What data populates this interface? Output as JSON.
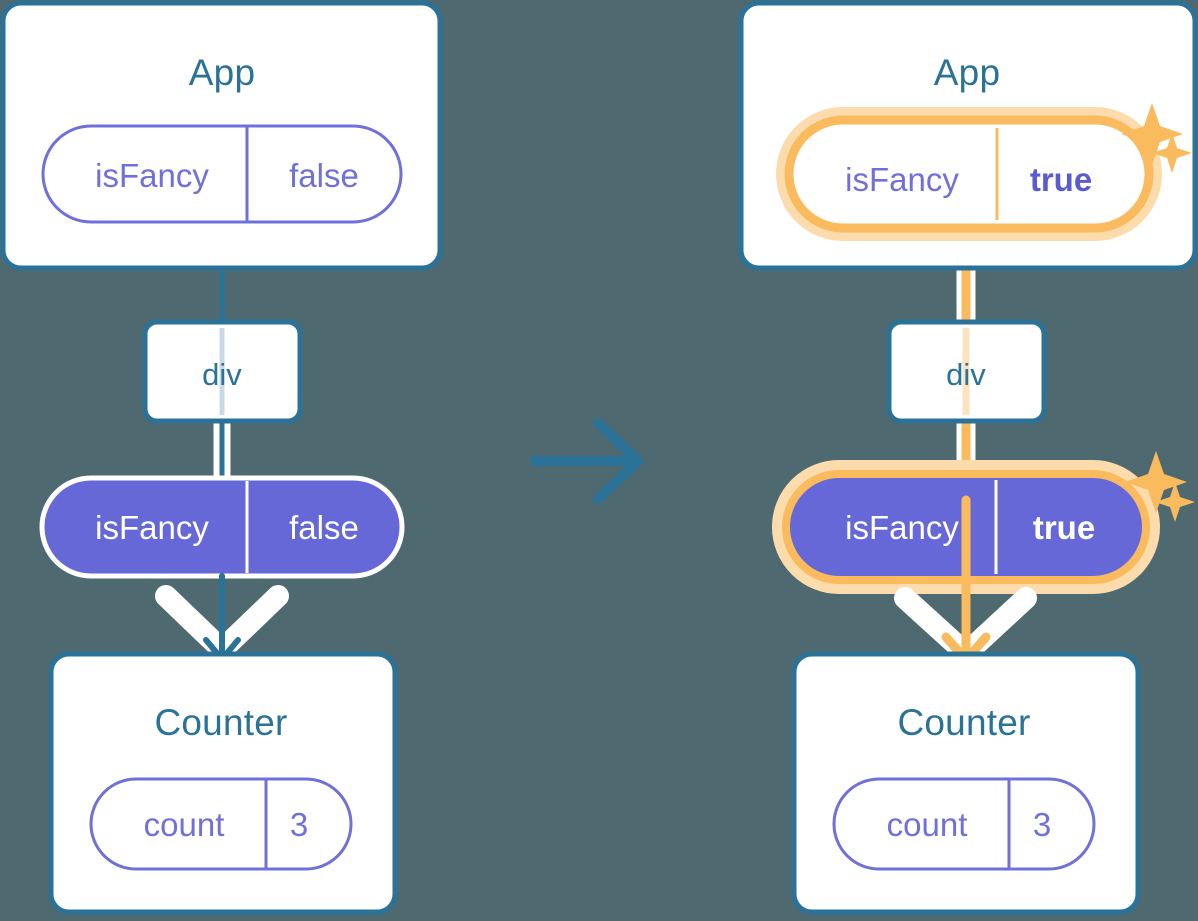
{
  "diagram": {
    "title": "react-state-propagation-diagram",
    "transition_arrow": "arrow-right",
    "colors": {
      "background": "#4e6a70",
      "panel_border": "#2b7299",
      "panel_fill": "#ffffff",
      "blue_text": "#2b7299",
      "purple": "#6f70da",
      "purple_fill": "#6668d8",
      "highlight": "#f9bb5d",
      "highlight_glow": "#fcdcac",
      "white": "#ffffff",
      "light_line": "#c4d4e4"
    },
    "panels": [
      {
        "id": "before",
        "app_title": "App",
        "app_state_key": "isFancy",
        "app_state_value": "false",
        "app_state_highlighted": false,
        "dom_node": "div",
        "prop_key": "isFancy",
        "prop_value": "false",
        "prop_highlighted": false,
        "counter_title": "Counter",
        "counter_state_key": "count",
        "counter_state_value": "3",
        "sparkles": false
      },
      {
        "id": "after",
        "app_title": "App",
        "app_state_key": "isFancy",
        "app_state_value": "true",
        "app_state_highlighted": true,
        "dom_node": "div",
        "prop_key": "isFancy",
        "prop_value": "true",
        "prop_highlighted": true,
        "counter_title": "Counter",
        "counter_state_key": "count",
        "counter_state_value": "3",
        "sparkles": true
      }
    ]
  }
}
